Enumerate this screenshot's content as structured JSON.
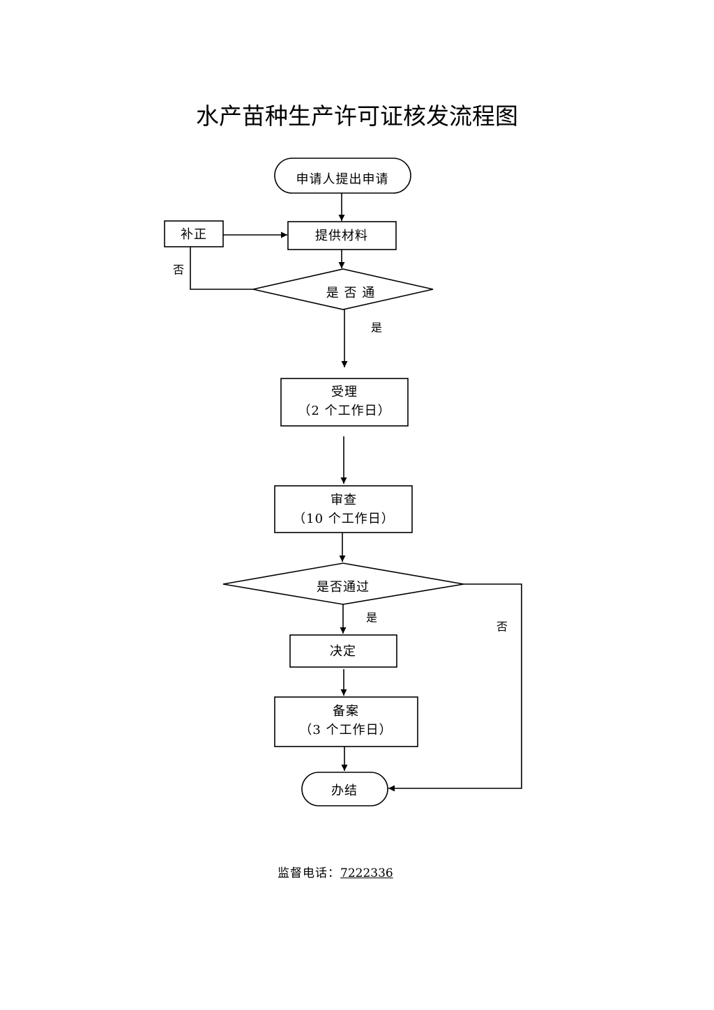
{
  "title": "水产苗种生产许可证核发流程图",
  "nodes": {
    "apply": "申请人提出申请",
    "materials": "提供材料",
    "supplement": "补正",
    "check1": "是 否 通",
    "accept": "受理",
    "accept_days": "（2 个工作日）",
    "review": "审查",
    "review_days": "（10 个工作日）",
    "check2": "是否通过",
    "decision": "决定",
    "filing": "备案",
    "filing_days": "（3 个工作日）",
    "finish": "办结"
  },
  "edge_labels": {
    "check1_no": "否",
    "check1_yes": "是",
    "check2_yes": "是",
    "check2_no": "否"
  },
  "footer": {
    "label": "监督电话：",
    "phone": "7222336"
  },
  "colors": {
    "stroke": "#000000",
    "background": "#ffffff"
  }
}
